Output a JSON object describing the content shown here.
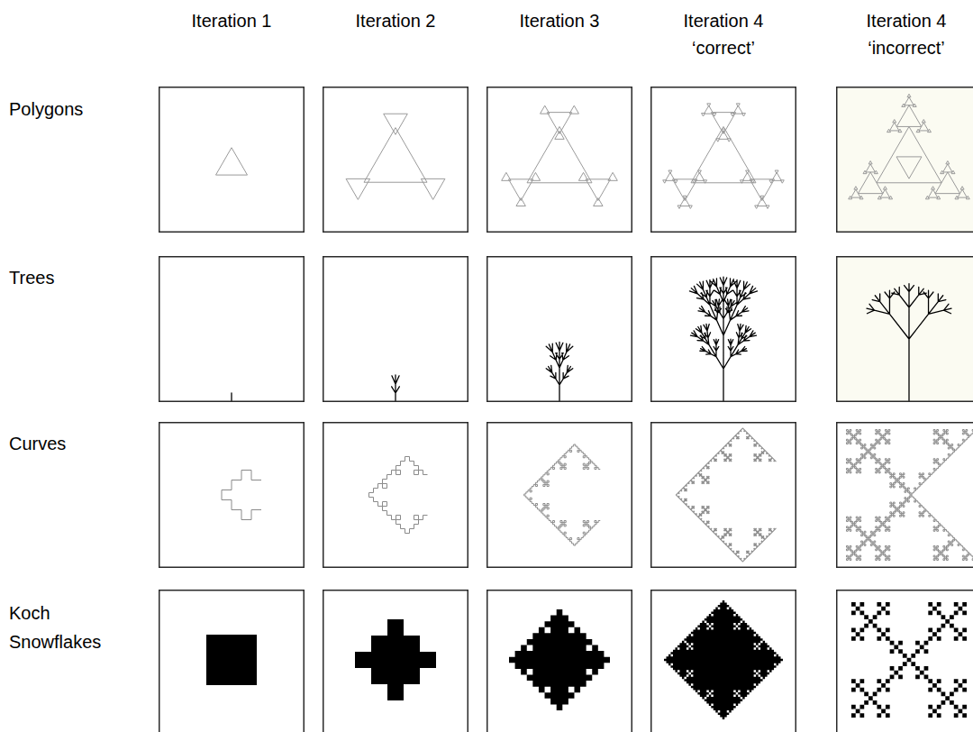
{
  "diagram": {
    "labels": [
      "Iteration 1",
      "Iteration 2",
      "Iteration 3",
      "Iteration 4 ‘correct’",
      "Iteration 4 ‘incorrect’",
      "Polygons",
      "Trees",
      "Curves",
      "Koch Snowflakes"
    ]
  }
}
